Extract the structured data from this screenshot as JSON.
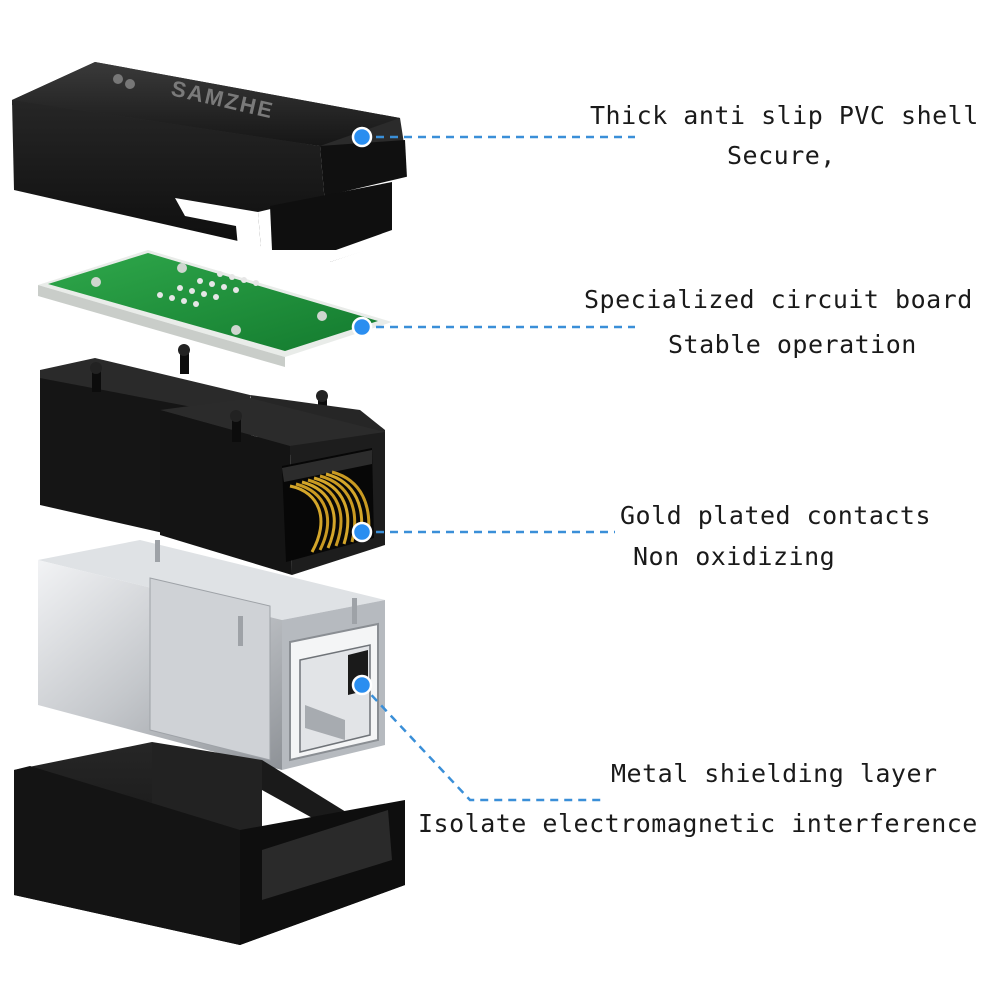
{
  "product": {
    "brand_mark": "SAMZHE"
  },
  "callouts": [
    {
      "id": "shell",
      "title": "Thick anti slip PVC shell",
      "subtitle": "Secure,"
    },
    {
      "id": "board",
      "title": "Specialized circuit board",
      "subtitle": "Stable operation"
    },
    {
      "id": "contacts",
      "title": "Gold plated contacts",
      "subtitle": "Non oxidizing"
    },
    {
      "id": "shield",
      "title": "Metal shielding layer",
      "subtitle": "Isolate electromagnetic interference"
    }
  ],
  "colors": {
    "dot": "#2a8ef0",
    "leader_line": "#3a8fd8",
    "shell": "#1b1b1b",
    "pcb": "#1f8f3a",
    "gold": "#d4a62a",
    "metal": "#c9ccd0"
  }
}
